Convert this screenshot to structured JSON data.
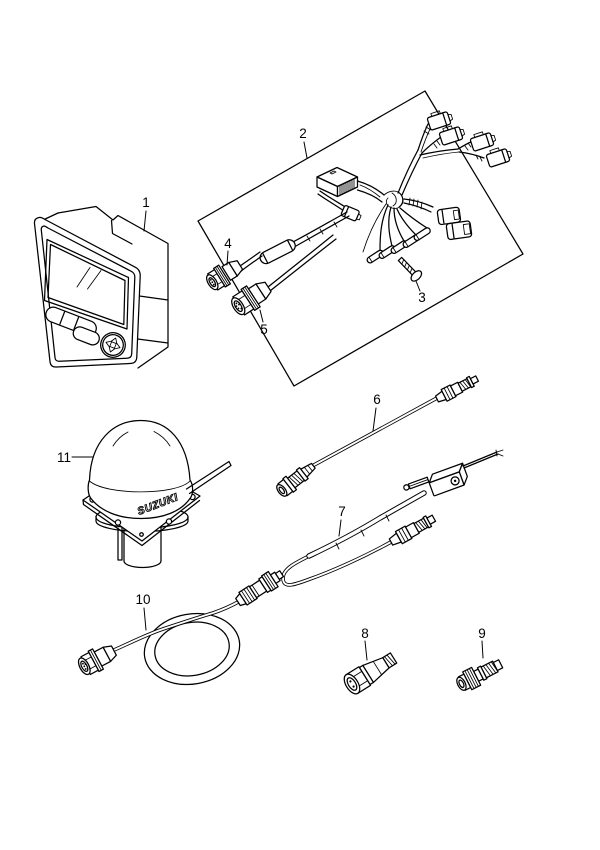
{
  "canvas": {
    "background": "#ffffff",
    "ink": "#000000"
  },
  "diagram": {
    "brand_text": "SUZUKI",
    "part_labels": {
      "p1": "1",
      "p2": "2",
      "p3": "3",
      "p4": "4",
      "p5": "5",
      "p6": "6",
      "p7": "7",
      "p8": "8",
      "p9": "9",
      "p10": "10",
      "p11": "11"
    }
  }
}
